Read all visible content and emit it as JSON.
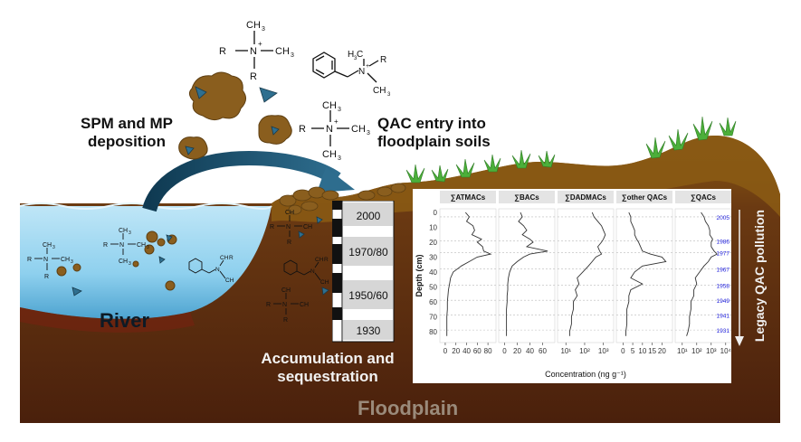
{
  "labels": {
    "spm": "SPM and MP",
    "spm2": "deposition",
    "qac": "QAC entry into",
    "qac2": "floodplain soils",
    "river": "River",
    "accum": "Accumulation and",
    "accum2": "sequestration",
    "floodplain": "Floodplain",
    "legacy": "Legacy QAC pollution"
  },
  "core_layers": [
    "2000",
    "1970/80",
    "1950/60",
    "1930"
  ],
  "colors": {
    "soil": "#5a2a10",
    "soil_top": "#8a5a14",
    "water": "#8ed0ee",
    "arrow": "#1d4a63",
    "grass": "#4caf3a",
    "particle": "#8a5e1e",
    "microplastic": "#2f6f8f",
    "year_label": "#2222dd",
    "floodplain_text": "#9a8a7a"
  },
  "chart_data": {
    "type": "line",
    "panels": [
      "∑ATMACs",
      "∑BACs",
      "∑DADMACs",
      "∑other QACs",
      "∑QACs"
    ],
    "ylabel": "Depth (cm)",
    "xlabel": "Concentration (ng g⁻¹)",
    "ylim": [
      0,
      85
    ],
    "yticks": [
      0,
      10,
      20,
      30,
      40,
      50,
      60,
      70,
      80
    ],
    "xticks": [
      [
        "0",
        "20",
        "40",
        "60",
        "80"
      ],
      [
        "0",
        "20",
        "40",
        "60"
      ],
      [
        "10¹",
        "10²",
        "10³"
      ],
      [
        "0",
        "5",
        "10",
        "15",
        "20"
      ],
      [
        "10¹",
        "10²",
        "10³",
        "10⁴"
      ]
    ],
    "years": [
      {
        "year": "2005",
        "depth": 3
      },
      {
        "year": "1986",
        "depth": 19
      },
      {
        "year": "1977",
        "depth": 27
      },
      {
        "year": "1967",
        "depth": 38
      },
      {
        "year": "1958",
        "depth": 49
      },
      {
        "year": "1949",
        "depth": 59
      },
      {
        "year": "1941",
        "depth": 69
      },
      {
        "year": "1931",
        "depth": 79
      }
    ],
    "series": [
      {
        "depth": [
          0,
          3,
          6,
          9,
          12,
          15,
          18,
          20,
          23,
          26,
          28,
          30,
          33,
          36,
          40,
          44,
          48,
          52,
          56,
          60,
          65,
          70,
          75,
          80,
          83
        ],
        "value": [
          38,
          45,
          40,
          52,
          55,
          50,
          68,
          60,
          70,
          72,
          85,
          60,
          45,
          30,
          15,
          10,
          8,
          6,
          5,
          4,
          4,
          3,
          3,
          3,
          3
        ]
      },
      {
        "depth": [
          0,
          3,
          6,
          9,
          12,
          15,
          18,
          20,
          23,
          26,
          28,
          30,
          33,
          36,
          40,
          44,
          48,
          52,
          56,
          60,
          65,
          70,
          75,
          80,
          83
        ],
        "value": [
          25,
          28,
          22,
          30,
          35,
          28,
          40,
          45,
          35,
          68,
          40,
          30,
          20,
          12,
          8,
          6,
          5,
          5,
          4,
          4,
          3,
          3,
          3,
          3,
          3
        ]
      },
      {
        "depth": [
          0,
          3,
          6,
          9,
          12,
          15,
          18,
          20,
          23,
          26,
          28,
          30,
          33,
          36,
          40,
          44,
          48,
          52,
          56,
          60,
          65,
          70,
          75,
          80,
          83
        ],
        "value": [
          2.4,
          2.5,
          2.7,
          2.9,
          3.0,
          3.1,
          3.0,
          2.9,
          2.7,
          2.8,
          2.9,
          2.6,
          2.4,
          2.2,
          1.9,
          1.6,
          1.7,
          1.5,
          1.6,
          1.4,
          1.4,
          1.3,
          1.3,
          1.2,
          1.2
        ]
      },
      {
        "depth": [
          0,
          3,
          6,
          9,
          12,
          15,
          18,
          20,
          23,
          26,
          28,
          30,
          33,
          36,
          40,
          44,
          48,
          52,
          56,
          60,
          65,
          70,
          75,
          80,
          83
        ],
        "value": [
          3,
          4,
          4,
          5,
          6,
          6,
          7,
          8,
          9,
          10,
          14,
          20,
          22,
          10,
          6,
          4,
          10,
          4,
          3,
          3,
          2,
          2,
          2,
          1.5,
          1.5
        ]
      },
      {
        "depth": [
          0,
          3,
          6,
          9,
          12,
          15,
          18,
          20,
          23,
          26,
          28,
          30,
          33,
          36,
          40,
          44,
          48,
          52,
          56,
          60,
          65,
          70,
          75,
          80,
          83
        ],
        "value": [
          2.3,
          2.5,
          2.6,
          2.8,
          2.9,
          2.9,
          3.1,
          3.0,
          3.0,
          3.2,
          3.4,
          3.0,
          2.8,
          2.5,
          2.2,
          1.9,
          2.0,
          1.8,
          1.8,
          1.6,
          1.6,
          1.5,
          1.5,
          1.4,
          1.3
        ]
      }
    ]
  }
}
